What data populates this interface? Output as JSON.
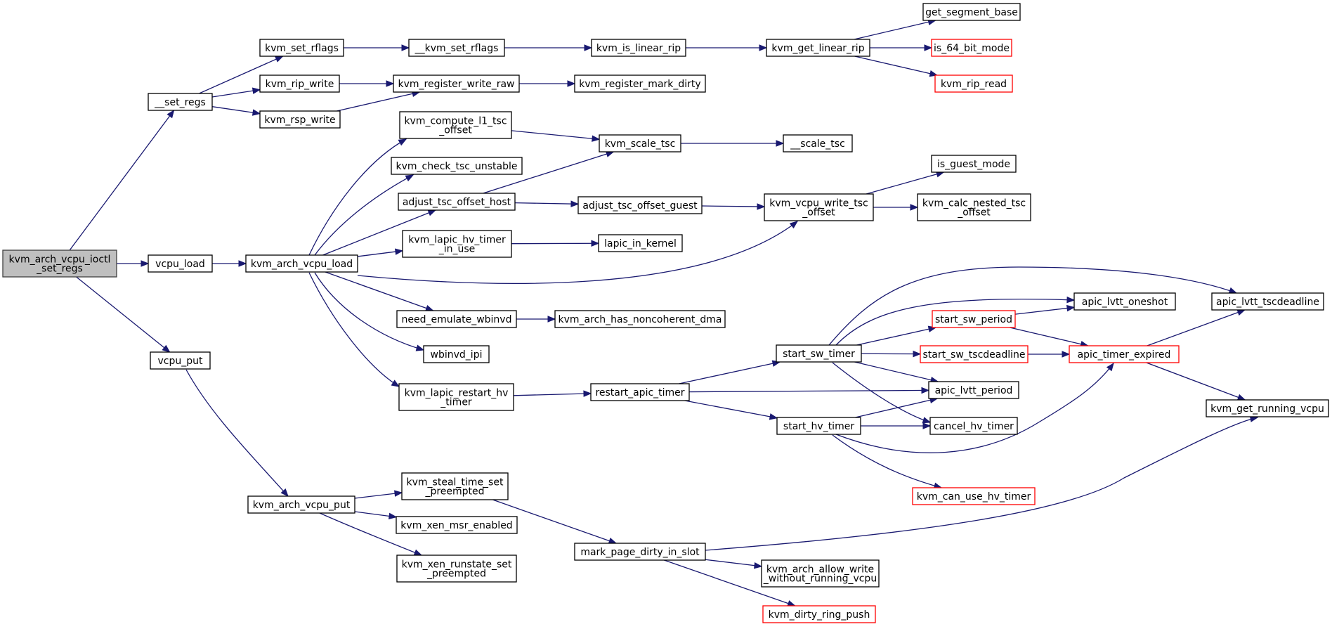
{
  "colors": {
    "edge": "#191970",
    "node_border": "#000000",
    "node_border_truncated": "#ff0000",
    "node_fill": "#ffffff",
    "root_fill": "#bfbfbf",
    "root_border": "#404040"
  },
  "nodes": [
    {
      "id": "root",
      "lines": [
        "kvm_arch_vcpu_ioctl",
        "_set_regs"
      ],
      "root": true
    },
    {
      "id": "set_regs",
      "lines": [
        "__set_regs"
      ]
    },
    {
      "id": "vcpu_load",
      "lines": [
        "vcpu_load"
      ]
    },
    {
      "id": "vcpu_put",
      "lines": [
        "vcpu_put"
      ]
    },
    {
      "id": "kvm_set_rflags",
      "lines": [
        "kvm_set_rflags"
      ]
    },
    {
      "id": "kvm_rip_write",
      "lines": [
        "kvm_rip_write"
      ]
    },
    {
      "id": "kvm_rsp_write",
      "lines": [
        "kvm_rsp_write"
      ]
    },
    {
      "id": "kvm_arch_vcpu_load",
      "lines": [
        "kvm_arch_vcpu_load"
      ]
    },
    {
      "id": "kvm_arch_vcpu_put",
      "lines": [
        "kvm_arch_vcpu_put"
      ]
    },
    {
      "id": "__kvm_set_rflags",
      "lines": [
        "__kvm_set_rflags"
      ]
    },
    {
      "id": "kvm_register_write_raw",
      "lines": [
        "kvm_register_write_raw"
      ]
    },
    {
      "id": "kvm_compute_l1_tsc_offset",
      "lines": [
        "kvm_compute_l1_tsc",
        "_offset"
      ]
    },
    {
      "id": "kvm_check_tsc_unstable",
      "lines": [
        "kvm_check_tsc_unstable"
      ]
    },
    {
      "id": "adjust_tsc_offset_host",
      "lines": [
        "adjust_tsc_offset_host"
      ]
    },
    {
      "id": "kvm_lapic_hv_timer_in_use",
      "lines": [
        "kvm_lapic_hv_timer",
        "_in_use"
      ]
    },
    {
      "id": "need_emulate_wbinvd",
      "lines": [
        "need_emulate_wbinvd"
      ]
    },
    {
      "id": "wbinvd_ipi",
      "lines": [
        "wbinvd_ipi"
      ]
    },
    {
      "id": "kvm_lapic_restart_hv_timer",
      "lines": [
        "kvm_lapic_restart_hv",
        "_timer"
      ]
    },
    {
      "id": "kvm_steal_time_set_preempted",
      "lines": [
        "kvm_steal_time_set",
        "_preempted"
      ]
    },
    {
      "id": "kvm_xen_msr_enabled",
      "lines": [
        "kvm_xen_msr_enabled"
      ]
    },
    {
      "id": "kvm_xen_runstate_set_preempted",
      "lines": [
        "kvm_xen_runstate_set",
        "_preempted"
      ]
    },
    {
      "id": "kvm_is_linear_rip",
      "lines": [
        "kvm_is_linear_rip"
      ]
    },
    {
      "id": "kvm_register_mark_dirty",
      "lines": [
        "kvm_register_mark_dirty"
      ]
    },
    {
      "id": "kvm_scale_tsc",
      "lines": [
        "kvm_scale_tsc"
      ]
    },
    {
      "id": "adjust_tsc_offset_guest",
      "lines": [
        "adjust_tsc_offset_guest"
      ]
    },
    {
      "id": "lapic_in_kernel",
      "lines": [
        "lapic_in_kernel"
      ]
    },
    {
      "id": "kvm_arch_has_noncoherent_dma",
      "lines": [
        "kvm_arch_has_noncoherent_dma"
      ]
    },
    {
      "id": "restart_apic_timer",
      "lines": [
        "restart_apic_timer"
      ]
    },
    {
      "id": "mark_page_dirty_in_slot",
      "lines": [
        "mark_page_dirty_in_slot"
      ]
    },
    {
      "id": "kvm_get_linear_rip",
      "lines": [
        "kvm_get_linear_rip"
      ]
    },
    {
      "id": "__scale_tsc",
      "lines": [
        "__scale_tsc"
      ]
    },
    {
      "id": "kvm_vcpu_write_tsc_offset",
      "lines": [
        "kvm_vcpu_write_tsc",
        "_offset"
      ]
    },
    {
      "id": "start_sw_timer",
      "lines": [
        "start_sw_timer"
      ]
    },
    {
      "id": "start_hv_timer",
      "lines": [
        "start_hv_timer"
      ]
    },
    {
      "id": "kvm_arch_allow_write_without_running_vcpu",
      "lines": [
        "kvm_arch_allow_write",
        "_without_running_vcpu"
      ]
    },
    {
      "id": "kvm_dirty_ring_push",
      "lines": [
        "kvm_dirty_ring_push"
      ],
      "truncated": true
    },
    {
      "id": "get_segment_base",
      "lines": [
        "get_segment_base"
      ]
    },
    {
      "id": "is_64_bit_mode",
      "lines": [
        "is_64_bit_mode"
      ],
      "truncated": true
    },
    {
      "id": "kvm_rip_read",
      "lines": [
        "kvm_rip_read"
      ],
      "truncated": true
    },
    {
      "id": "is_guest_mode",
      "lines": [
        "is_guest_mode"
      ]
    },
    {
      "id": "kvm_calc_nested_tsc_offset",
      "lines": [
        "kvm_calc_nested_tsc",
        "_offset"
      ]
    },
    {
      "id": "start_sw_period",
      "lines": [
        "start_sw_period"
      ],
      "truncated": true
    },
    {
      "id": "start_sw_tscdeadline",
      "lines": [
        "start_sw_tscdeadline"
      ],
      "truncated": true
    },
    {
      "id": "apic_lvtt_period",
      "lines": [
        "apic_lvtt_period"
      ]
    },
    {
      "id": "cancel_hv_timer",
      "lines": [
        "cancel_hv_timer"
      ]
    },
    {
      "id": "kvm_can_use_hv_timer",
      "lines": [
        "kvm_can_use_hv_timer"
      ],
      "truncated": true
    },
    {
      "id": "apic_lvtt_oneshot",
      "lines": [
        "apic_lvtt_oneshot"
      ]
    },
    {
      "id": "apic_timer_expired",
      "lines": [
        "apic_timer_expired"
      ],
      "truncated": true
    },
    {
      "id": "apic_lvtt_tscdeadline",
      "lines": [
        "apic_lvtt_tscdeadline"
      ]
    },
    {
      "id": "kvm_get_running_vcpu",
      "lines": [
        "kvm_get_running_vcpu"
      ]
    }
  ],
  "edges": [
    [
      "root",
      "set_regs"
    ],
    [
      "root",
      "vcpu_load"
    ],
    [
      "root",
      "vcpu_put"
    ],
    [
      "set_regs",
      "kvm_set_rflags"
    ],
    [
      "set_regs",
      "kvm_rip_write"
    ],
    [
      "set_regs",
      "kvm_rsp_write"
    ],
    [
      "kvm_set_rflags",
      "__kvm_set_rflags"
    ],
    [
      "__kvm_set_rflags",
      "kvm_is_linear_rip"
    ],
    [
      "kvm_is_linear_rip",
      "kvm_get_linear_rip"
    ],
    [
      "kvm_get_linear_rip",
      "get_segment_base"
    ],
    [
      "kvm_get_linear_rip",
      "is_64_bit_mode"
    ],
    [
      "kvm_get_linear_rip",
      "kvm_rip_read"
    ],
    [
      "kvm_rip_write",
      "kvm_register_write_raw"
    ],
    [
      "kvm_rsp_write",
      "kvm_register_write_raw"
    ],
    [
      "kvm_register_write_raw",
      "kvm_register_mark_dirty"
    ],
    [
      "vcpu_load",
      "kvm_arch_vcpu_load"
    ],
    [
      "kvm_arch_vcpu_load",
      "kvm_compute_l1_tsc_offset"
    ],
    [
      "kvm_arch_vcpu_load",
      "kvm_check_tsc_unstable"
    ],
    [
      "kvm_arch_vcpu_load",
      "adjust_tsc_offset_host"
    ],
    [
      "kvm_arch_vcpu_load",
      "kvm_lapic_hv_timer_in_use"
    ],
    [
      "kvm_arch_vcpu_load",
      "kvm_vcpu_write_tsc_offset"
    ],
    [
      "kvm_arch_vcpu_load",
      "need_emulate_wbinvd"
    ],
    [
      "kvm_arch_vcpu_load",
      "wbinvd_ipi"
    ],
    [
      "kvm_arch_vcpu_load",
      "kvm_lapic_restart_hv_timer"
    ],
    [
      "kvm_compute_l1_tsc_offset",
      "kvm_scale_tsc"
    ],
    [
      "adjust_tsc_offset_host",
      "kvm_scale_tsc"
    ],
    [
      "adjust_tsc_offset_host",
      "adjust_tsc_offset_guest"
    ],
    [
      "kvm_scale_tsc",
      "__scale_tsc"
    ],
    [
      "adjust_tsc_offset_guest",
      "kvm_vcpu_write_tsc_offset"
    ],
    [
      "kvm_vcpu_write_tsc_offset",
      "is_guest_mode"
    ],
    [
      "kvm_vcpu_write_tsc_offset",
      "kvm_calc_nested_tsc_offset"
    ],
    [
      "kvm_lapic_hv_timer_in_use",
      "lapic_in_kernel"
    ],
    [
      "need_emulate_wbinvd",
      "kvm_arch_has_noncoherent_dma"
    ],
    [
      "kvm_lapic_restart_hv_timer",
      "restart_apic_timer"
    ],
    [
      "restart_apic_timer",
      "start_sw_timer"
    ],
    [
      "restart_apic_timer",
      "apic_lvtt_period"
    ],
    [
      "restart_apic_timer",
      "start_hv_timer"
    ],
    [
      "start_sw_timer",
      "apic_lvtt_tscdeadline"
    ],
    [
      "start_sw_timer",
      "apic_lvtt_oneshot"
    ],
    [
      "start_sw_timer",
      "start_sw_period"
    ],
    [
      "start_sw_timer",
      "start_sw_tscdeadline"
    ],
    [
      "start_sw_timer",
      "apic_lvtt_period"
    ],
    [
      "start_sw_timer",
      "cancel_hv_timer"
    ],
    [
      "start_sw_period",
      "apic_lvtt_oneshot"
    ],
    [
      "start_sw_period",
      "apic_timer_expired"
    ],
    [
      "start_sw_tscdeadline",
      "apic_timer_expired"
    ],
    [
      "start_hv_timer",
      "apic_lvtt_period"
    ],
    [
      "start_hv_timer",
      "cancel_hv_timer"
    ],
    [
      "start_hv_timer",
      "apic_timer_expired"
    ],
    [
      "start_hv_timer",
      "kvm_can_use_hv_timer"
    ],
    [
      "apic_timer_expired",
      "apic_lvtt_tscdeadline"
    ],
    [
      "apic_timer_expired",
      "kvm_get_running_vcpu"
    ],
    [
      "vcpu_put",
      "kvm_arch_vcpu_put"
    ],
    [
      "kvm_arch_vcpu_put",
      "kvm_steal_time_set_preempted"
    ],
    [
      "kvm_arch_vcpu_put",
      "kvm_xen_msr_enabled"
    ],
    [
      "kvm_arch_vcpu_put",
      "kvm_xen_runstate_set_preempted"
    ],
    [
      "kvm_steal_time_set_preempted",
      "mark_page_dirty_in_slot"
    ],
    [
      "mark_page_dirty_in_slot",
      "kvm_get_running_vcpu"
    ],
    [
      "mark_page_dirty_in_slot",
      "kvm_arch_allow_write_without_running_vcpu"
    ],
    [
      "mark_page_dirty_in_slot",
      "kvm_dirty_ring_push"
    ]
  ]
}
